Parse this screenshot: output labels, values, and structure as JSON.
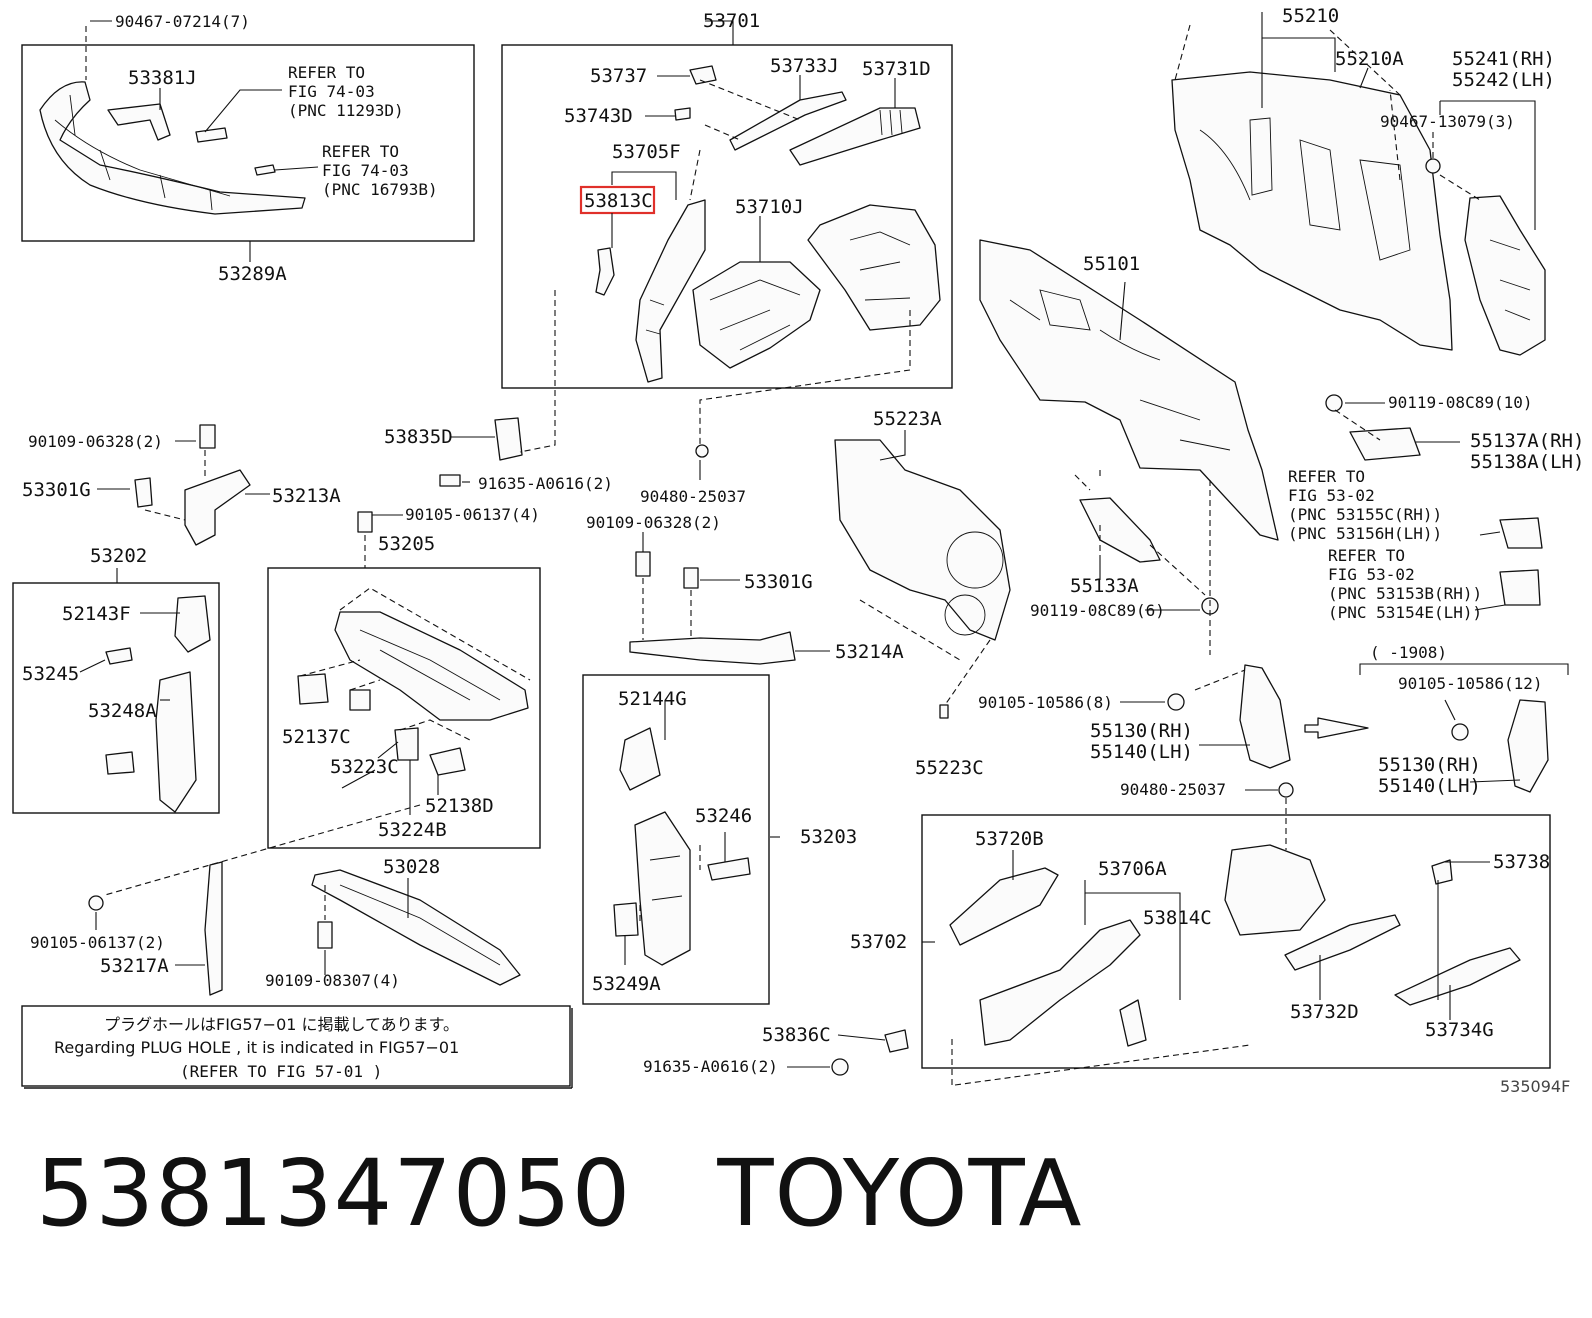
{
  "diagram": {
    "labels": {
      "p90467_07214": "90467-07214(7)",
      "p53381J": "53381J",
      "refer_a1": "REFER TO",
      "refer_a2": "FIG 74-03",
      "refer_a3": "(PNC 11293D)",
      "refer_b1": "REFER TO",
      "refer_b2": "FIG 74-03",
      "refer_b3": "(PNC 16793B)",
      "p53289A": "53289A",
      "p53701": "53701",
      "p53737": "53737",
      "p53733J": "53733J",
      "p53731D": "53731D",
      "p53743D": "53743D",
      "p53705F": "53705F",
      "p53813C": "53813C",
      "p53710J": "53710J",
      "p55210": "55210",
      "p55210A": "55210A",
      "p55241": "55241(RH)",
      "p55242": "55242(LH)",
      "p90467_13079": "90467-13079(3)",
      "p55101": "55101",
      "p90119_08C89_10": "90119-08C89(10)",
      "p55137A": "55137A(RH)",
      "p55138A": "55138A(LH)",
      "refer_c1": "REFER TO",
      "refer_c2": "FIG 53-02",
      "refer_c3": "(PNC 53155C(RH))",
      "refer_c4": "(PNC 53156H(LH))",
      "refer_d1": "REFER TO",
      "refer_d2": "FIG 53-02",
      "refer_d3": "(PNC 53153B(RH))",
      "refer_d4": "(PNC 53154E(LH))",
      "p90109_06328_a": "90109-06328(2)",
      "p53835D": "53835D",
      "p53301G_a": "53301G",
      "p53213A": "53213A",
      "p91635_A0616_a": "91635-A0616(2)",
      "p90480_25037_a": "90480-25037",
      "p55223A": "55223A",
      "p90105_06137_4": "90105-06137(4)",
      "p53205": "53205",
      "p90109_06328_b": "90109-06328(2)",
      "p53202": "53202",
      "p52143F": "52143F",
      "p53245": "53245",
      "p53248A": "53248A",
      "p53301G_b": "53301G",
      "p53214A": "53214A",
      "p55133A": "55133A",
      "p90119_08C89_6": "90119-08C89(6)",
      "p1908": "(      -1908)",
      "p90105_10586_12": "90105-10586(12)",
      "p52137C": "52137C",
      "p53223C": "53223C",
      "p52138D": "52138D",
      "p53224B": "53224B",
      "p52144G": "52144G",
      "p53246": "53246",
      "p53203": "53203",
      "p53249A": "53249A",
      "p90105_10586_8": "90105-10586(8)",
      "p55130_a": "55130(RH)",
      "p55140_a": "55140(LH)",
      "p55223C": "55223C",
      "p55130_b": "55130(RH)",
      "p55140_b": "55140(LH)",
      "p90480_25037_b": "90480-25037",
      "p53720B": "53720B",
      "p53706A": "53706A",
      "p53814C": "53814C",
      "p53738": "53738",
      "p53702": "53702",
      "p53732D": "53732D",
      "p53734G": "53734G",
      "p53836C": "53836C",
      "p91635_A0616_b": "91635-A0616(2)",
      "p53028": "53028",
      "p90105_06137_2": "90105-06137(2)",
      "p53217A": "53217A",
      "p90109_08307": "90109-08307(4)",
      "fig_code": "535094F"
    },
    "note": {
      "jp": "プラグホールはFIG57−01 に掲載してあります。",
      "en": "Regarding  PLUG HOLE , it is indicated  in  FIG57−01",
      "ref": "(REFER TO FIG 57-01  )"
    },
    "highlight_color": "#e0302a"
  },
  "footer": {
    "part_number": "5381347050",
    "brand": "TOYOTA"
  }
}
